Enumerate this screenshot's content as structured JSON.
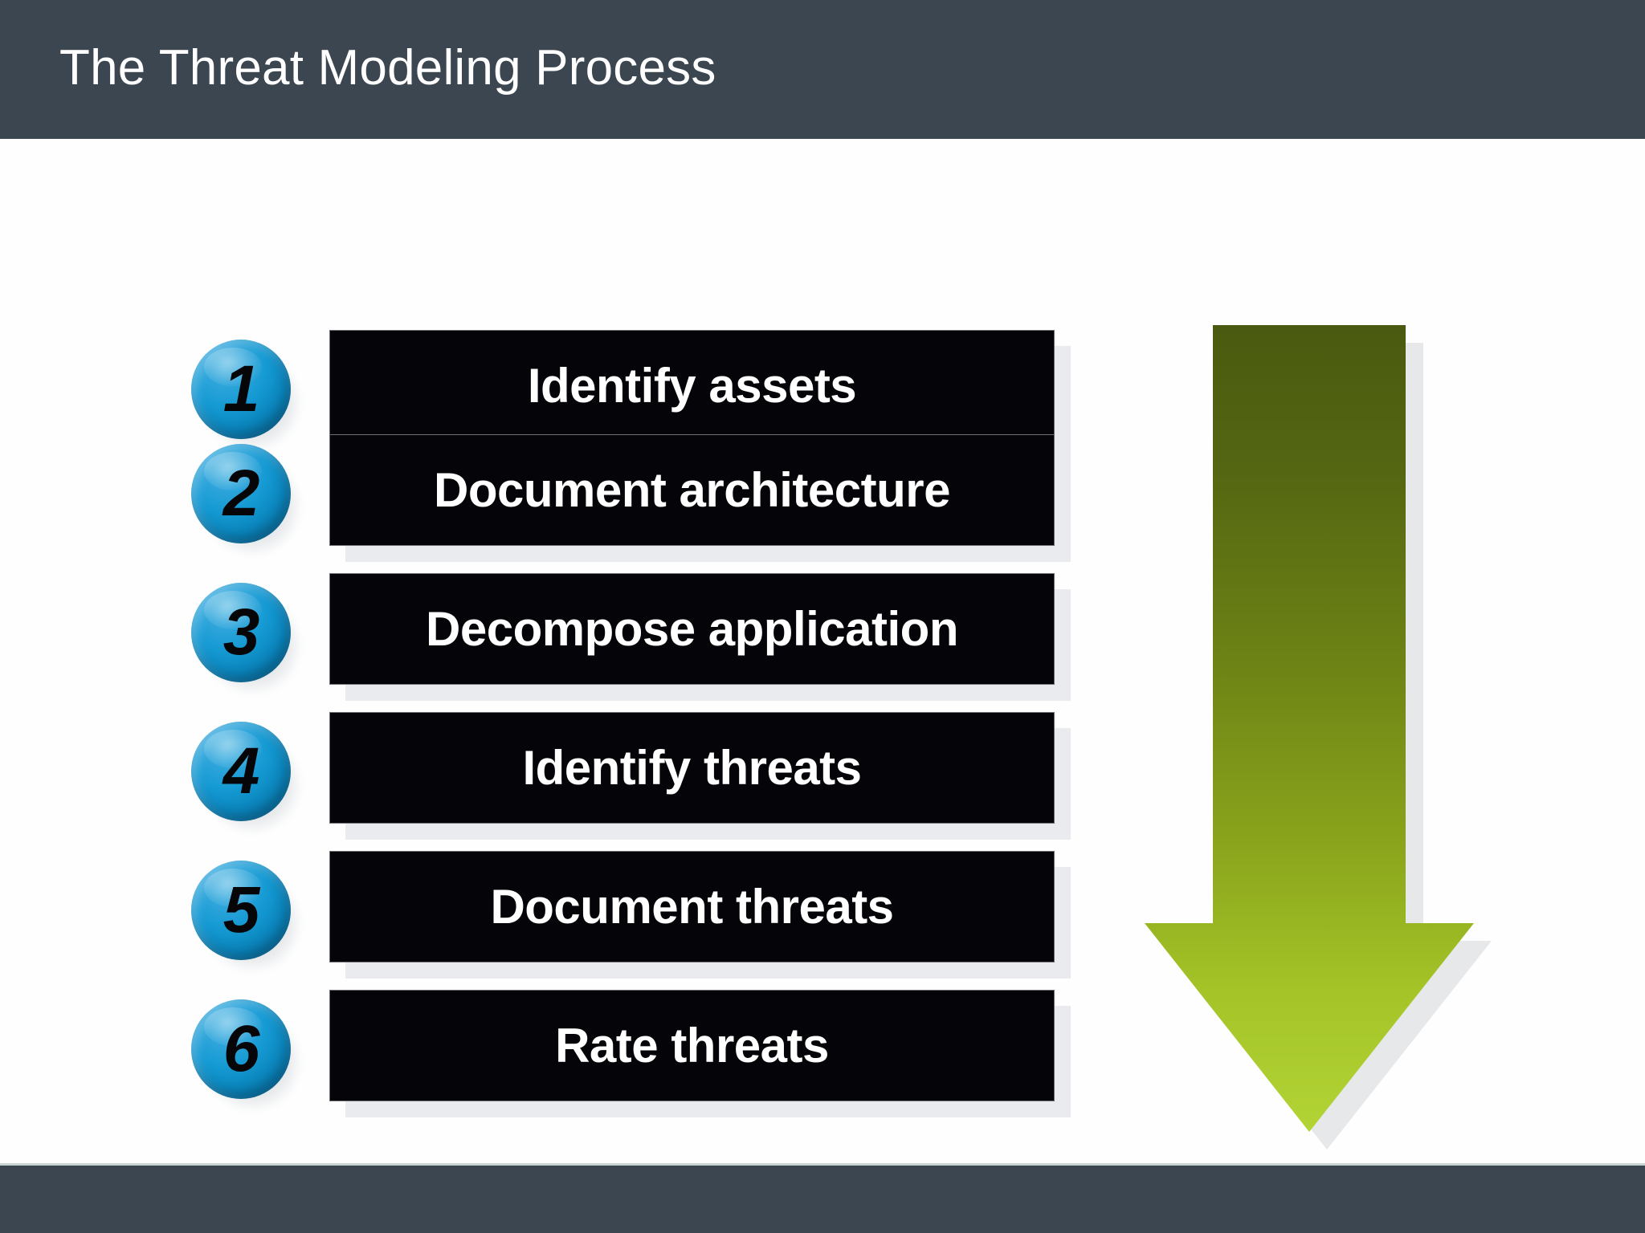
{
  "header": {
    "title": "The Threat Modeling Process",
    "background_color": "#3b4650",
    "text_color": "#ffffff"
  },
  "footer": {
    "background_color": "#3b4650"
  },
  "slide": {
    "background_color": "#fefefe"
  },
  "process": {
    "steps": [
      {
        "number": "1",
        "label": "Identify assets"
      },
      {
        "number": "2",
        "label": "Document architecture"
      },
      {
        "number": "3",
        "label": "Decompose application"
      },
      {
        "number": "4",
        "label": "Identify threats"
      },
      {
        "number": "5",
        "label": "Document threats"
      },
      {
        "number": "6",
        "label": "Rate threats"
      }
    ],
    "badge_colors": {
      "sphere_light": "#49b4e2",
      "sphere_mid": "#0b86bd",
      "sphere_dark": "#0b5d84",
      "number_color": "#060608"
    },
    "bar_colors": {
      "background": "#050509",
      "text": "#ffffff",
      "shadow": "#eaebee"
    }
  },
  "arrow": {
    "name": "down-arrow",
    "direction": "down",
    "gradient_top": "#4e6012",
    "gradient_bottom": "#b0d334",
    "shadow_color": "#e7e8ea"
  }
}
